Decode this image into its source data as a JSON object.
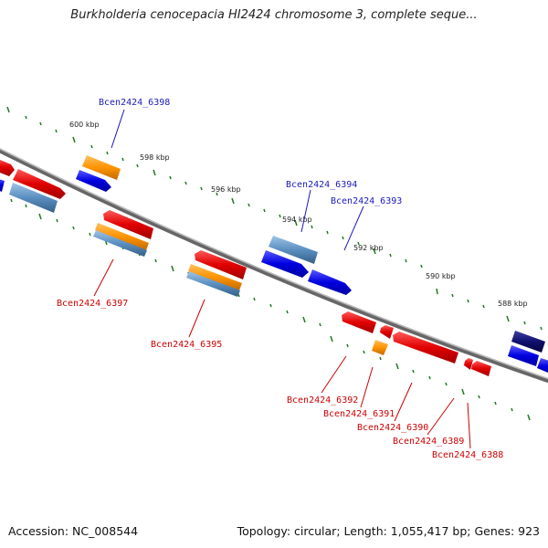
{
  "title": "Burkholderia cenocepacia HI2424 chromosome 3, complete seque...",
  "accession": "Accession: NC_008544",
  "topology": "Topology: circular; Length: 1,055,417 bp; Genes: 923",
  "kbp_ticks": [
    "600 kbp",
    "598 kbp",
    "596 kbp",
    "594 kbp",
    "592 kbp",
    "590 kbp",
    "588 kbp"
  ],
  "labels_forward": [
    "Bcen2424_6398",
    "Bcen2424_6394",
    "Bcen2424_6393"
  ],
  "labels_reverse": [
    "Bcen2424_6397",
    "Bcen2424_6395",
    "Bcen2424_6392",
    "Bcen2424_6391",
    "Bcen2424_6390",
    "Bcen2424_6389",
    "Bcen2424_6388"
  ],
  "colors": {
    "forward_label": "#1a1ab8",
    "reverse_label": "#cc0000",
    "backbone": "#888888",
    "ticks": "#1f7a1f",
    "gene_red": "#e01010",
    "gene_blue": "#1010e0",
    "gene_orange": "#ff9a10",
    "gene_steel": "#5b8fc0",
    "gene_navy": "#101070"
  }
}
